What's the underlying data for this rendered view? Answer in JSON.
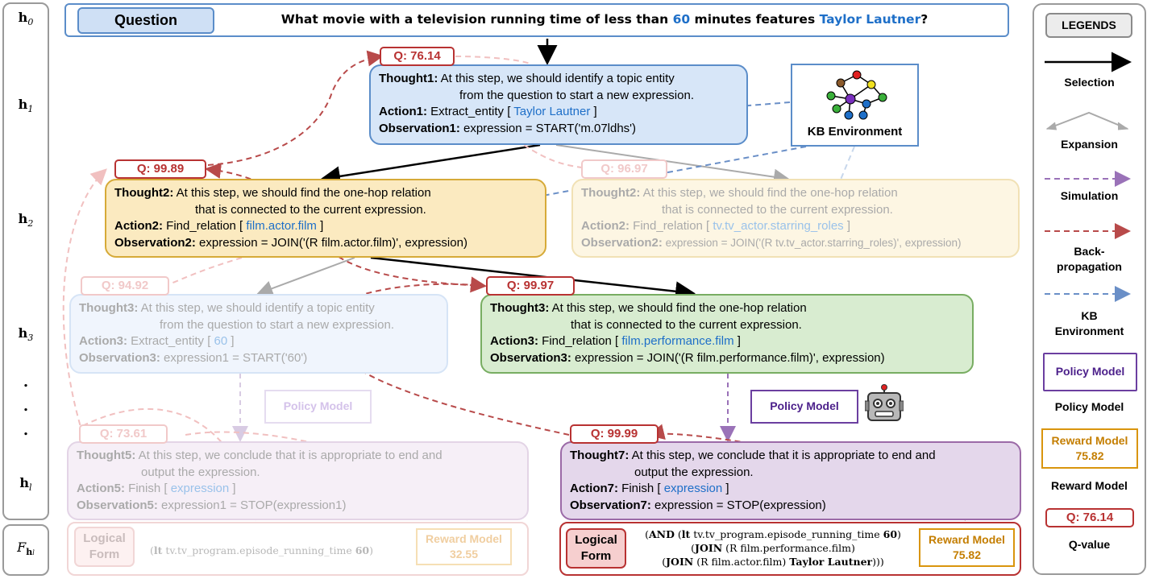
{
  "rows": {
    "h0": "h",
    "h0_sub": "0",
    "h1": "h",
    "h1_sub": "1",
    "h2": "h",
    "h2_sub": "2",
    "h3": "h",
    "h3_sub": "3",
    "dots": ".",
    "hl": "h",
    "hl_sub": "l",
    "F": "F",
    "F_sub": "h",
    "F_subsub": "l"
  },
  "question": {
    "label": "Question",
    "text_a": "What movie with a television running time of less than ",
    "text_num": "60",
    "text_b": " minutes features ",
    "text_ent": "Taylor Lautner",
    "text_c": "?"
  },
  "kb": {
    "label": "KB Environment"
  },
  "nodes": {
    "n1": {
      "thought_label": "Thought1:",
      "thought_1": " At this step, we should identify a topic entity",
      "thought_2": "from the question to start a new expression.",
      "action_label": "Action1:",
      "action_pre": " Extract_entity [ ",
      "action_arg": "Taylor Lautner",
      "action_post": " ]",
      "obs_label": "Observation1:",
      "obs": " expression = START('m.07ldhs')"
    },
    "n2": {
      "thought_label": "Thought2:",
      "thought_1": " At this step, we should find the one-hop relation",
      "thought_2": "that is connected to the current expression.",
      "action_label": "Action2:",
      "action_pre": " Find_relation [ ",
      "action_arg": "film.actor.film",
      "action_post": " ]",
      "obs_label": "Observation2:",
      "obs": " expression = JOIN('(R film.actor.film)', expression)"
    },
    "n2b": {
      "thought_label": "Thought2:",
      "thought_1": " At this step, we should find the one-hop relation",
      "thought_2": "that is connected to the current expression.",
      "action_label": "Action2:",
      "action_pre": " Find_relation [ ",
      "action_arg": "tv.tv_actor.starring_roles",
      "action_post": " ]",
      "obs_label": "Observation2:",
      "obs": " expression = JOIN('(R tv.tv_actor.starring_roles)', expression)"
    },
    "n3a": {
      "thought_label": "Thought3:",
      "thought_1": " At this step, we should identify a topic entity",
      "thought_2": "from the question to start a new expression.",
      "action_label": "Action3:",
      "action_pre": " Extract_entity [ ",
      "action_arg": "60",
      "action_post": " ]",
      "obs_label": "Observation3:",
      "obs": " expression1 = START('60')"
    },
    "n3b": {
      "thought_label": "Thought3:",
      "thought_1": " At this step, we should find the one-hop relation",
      "thought_2": "that is connected to the current expression.",
      "action_label": "Action3:",
      "action_pre": " Find_relation [ ",
      "action_arg": "film.performance.film",
      "action_post": " ]",
      "obs_label": "Observation3:",
      "obs": " expression = JOIN('(R film.performance.film)', expression)"
    },
    "n5": {
      "thought_label": "Thought5:",
      "thought_1": " At this step, we conclude that it is appropriate to end and",
      "thought_2": "output the expression.",
      "action_label": "Action5:",
      "action_pre": " Finish [ ",
      "action_arg": "expression",
      "action_post": " ]",
      "obs_label": "Observation5:",
      "obs": " expression1 = STOP(expression1)"
    },
    "n7": {
      "thought_label": "Thought7:",
      "thought_1": " At this step, we conclude that it is appropriate to end and",
      "thought_2": "output the expression.",
      "action_label": "Action7:",
      "action_pre": " Finish [ ",
      "action_arg": "expression",
      "action_post": " ]",
      "obs_label": "Observation7:",
      "obs": " expression = STOP(expression)"
    }
  },
  "qvalues": {
    "q1": "Q: 76.14",
    "q2": "Q: 99.89",
    "q2b": "Q: 96.97",
    "q3a": "Q: 94.92",
    "q3b": "Q: 99.97",
    "q5": "Q: 73.61",
    "q7": "Q: 99.99"
  },
  "policy": {
    "label": "Policy Model"
  },
  "bottom_left": {
    "lf_line1": "Logical",
    "lf_line2": "Form",
    "expr_a": "(",
    "expr_lt": "lt",
    "expr_b": " tv.tv_program.episode_running_time ",
    "expr_60": "60",
    "expr_c": ")",
    "reward_label": "Reward Model",
    "reward_value": "32.55"
  },
  "bottom_right": {
    "lf_line1": "Logical",
    "lf_line2": "Form",
    "l1_a": "(",
    "l1_and": "AND",
    "l1_b": " (",
    "l1_lt": "lt",
    "l1_c": " tv.tv_program.episode_running_time ",
    "l1_60": "60",
    "l1_d": ")",
    "l2_a": "(",
    "l2_join": "JOIN",
    "l2_b": " (R film.performance.film)",
    "l3_a": "(",
    "l3_join": "JOIN",
    "l3_b": " (R film.actor.film) ",
    "l3_ent": "Taylor Lautner",
    "l3_c": ")))",
    "reward_label": "Reward Model",
    "reward_value": "75.82"
  },
  "legend": {
    "title": "LEGENDS",
    "selection": "Selection",
    "expansion": "Expansion",
    "simulation": "Simulation",
    "backprop_1": "Back-",
    "backprop_2": "propagation",
    "kb_1": "KB",
    "kb_2": "Environment",
    "policy_box": "Policy Model",
    "policy_label": "Policy Model",
    "reward_box_1": "Reward Model",
    "reward_box_2": "75.82",
    "reward_label": "Reward Model",
    "q_box": "Q: 76.14",
    "q_label": "Q-value"
  },
  "colors": {
    "blue_accent": "#1e6fc8",
    "q_red": "#b83232",
    "policy_purple": "#6b3fa0",
    "reward_orange": "#d9950d",
    "kb_blue": "#5b8dc9"
  }
}
